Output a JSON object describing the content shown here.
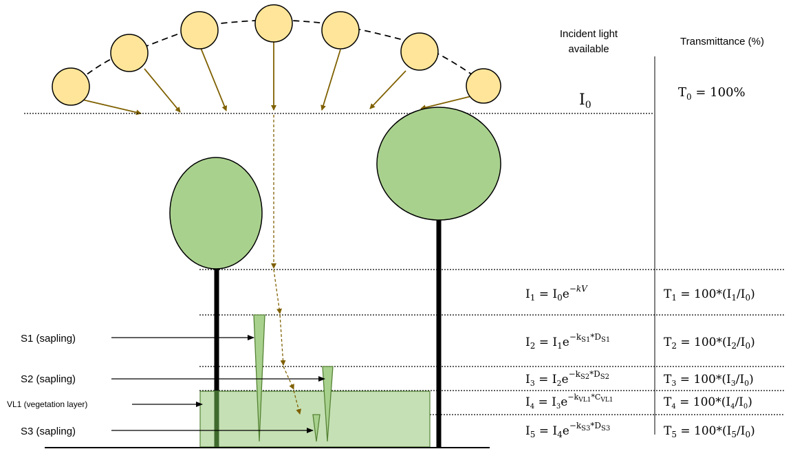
{
  "headers": {
    "incident_line1": "Incident light",
    "incident_line2": "available",
    "transmittance": "Transmittance (%)"
  },
  "labels": {
    "s1": "S1 (sapling)",
    "s2": "S2 (sapling)",
    "vl1": "VL1 (vegetation layer)",
    "s3": "S3 (sapling)"
  },
  "top_row": {
    "incident_base": "I",
    "incident_sub": "0",
    "transmittance_base": "T",
    "transmittance_sub": "0",
    "transmittance_value": " = 100%"
  },
  "equations": [
    {
      "lhs_base": "I",
      "lhs_sub": "1",
      "mid": " = I",
      "mid_sub": "0",
      "e_text": "e",
      "exp_main": "−kV",
      "exp_parts": [],
      "t_base": "T",
      "t_sub": "1",
      "t_text": " = 100*(I",
      "t_sub2": "1",
      "t_text2": "/I",
      "t_sub3": "0",
      "t_end": ")"
    },
    {
      "lhs_base": "I",
      "lhs_sub": "2",
      "mid": " = I",
      "mid_sub": "1",
      "e_text": "e",
      "exp_main": "−k",
      "exp_sub1": "S1",
      "exp_mid": "*D",
      "exp_sub2": "S1",
      "t_base": "T",
      "t_sub": "2",
      "t_text": " = 100*(I",
      "t_sub2": "2",
      "t_text2": "/I",
      "t_sub3": "0",
      "t_end": ")"
    },
    {
      "lhs_base": "I",
      "lhs_sub": "3",
      "mid": " = I",
      "mid_sub": "2",
      "e_text": "e",
      "exp_main": "−k",
      "exp_sub1": "S2",
      "exp_mid": "*D",
      "exp_sub2": "S2",
      "t_base": "T",
      "t_sub": "3",
      "t_text": " = 100*(I",
      "t_sub2": "3",
      "t_text2": "/I",
      "t_sub3": "0",
      "t_end": ")"
    },
    {
      "lhs_base": "I",
      "lhs_sub": "4",
      "mid": " = I",
      "mid_sub": "3",
      "e_text": "e",
      "exp_main": "−k",
      "exp_sub1": "VL1",
      "exp_mid": "*C",
      "exp_sub2": "VL1",
      "t_base": "T",
      "t_sub": "4",
      "t_text": " = 100*(I",
      "t_sub2": "4",
      "t_text2": "/I",
      "t_sub3": "0",
      "t_end": ")"
    },
    {
      "lhs_base": "I",
      "lhs_sub": "5",
      "mid": " = I",
      "mid_sub": "4",
      "e_text": "e",
      "exp_main": "−k",
      "exp_sub1": "S3",
      "exp_mid": "*D",
      "exp_sub2": "S3",
      "t_base": "T",
      "t_sub": "5",
      "t_text": " = 100*(I",
      "t_sub2": "5",
      "t_text2": "/I",
      "t_sub3": "0",
      "t_end": ")"
    }
  ],
  "colors": {
    "sun_fill": "#ffe599",
    "sun_stroke": "#000000",
    "ray": "#7f6000",
    "crown_fill": "#a9d18e",
    "crown_stroke": "#000000",
    "sapling_fill": "#a9d18e",
    "sapling_stroke": "#548235",
    "vegetation_fill": "#c5e0b4",
    "vegetation_stroke": "#548235",
    "trunk": "#000000"
  }
}
